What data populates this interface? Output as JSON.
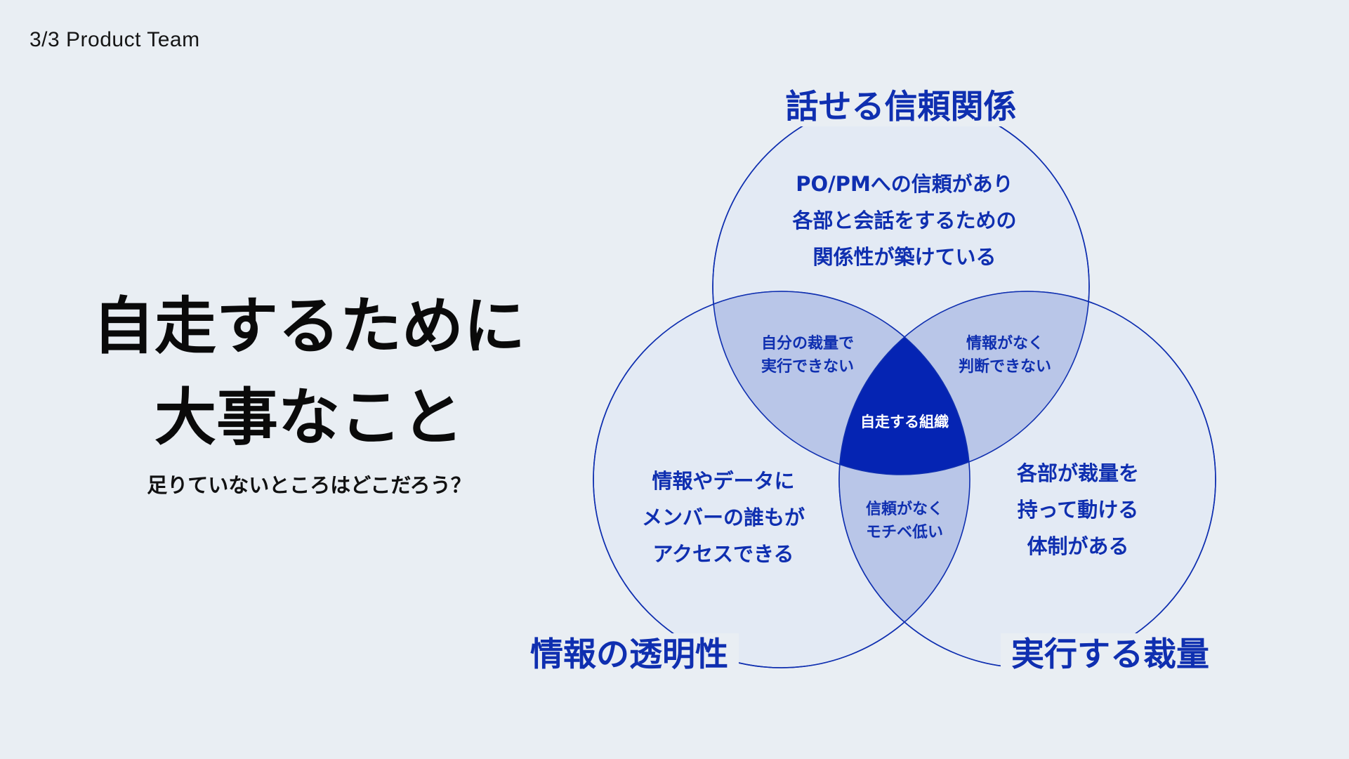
{
  "page_label": "3/3 Product Team",
  "headline": {
    "line1": "自走するために",
    "line2": "大事なこと"
  },
  "subtitle": "足りていないところはどこだろう？",
  "colors": {
    "accent": "#0f2fb0",
    "circle_fill": "#e3eaf4",
    "overlap_fill": "#b9c6e8",
    "center_fill": "#0524b3",
    "background": "#e9eef3"
  },
  "venn": {
    "sets": {
      "trust": {
        "title": "話せる信頼関係",
        "lines": [
          "PO/PMへの信頼があり",
          "各部と会話をするための",
          "関係性が築けている"
        ]
      },
      "transparency": {
        "title": "情報の透明性",
        "lines": [
          "情報やデータに",
          "メンバーの誰もが",
          "アクセスできる"
        ]
      },
      "discretion": {
        "title": "実行する裁量",
        "lines": [
          "各部が裁量を",
          "持って動ける",
          "体制がある"
        ]
      }
    },
    "overlaps": {
      "trust_transparency": [
        "自分の裁量で",
        "実行できない"
      ],
      "trust_discretion": [
        "情報がなく",
        "判断できない"
      ],
      "transparency_discretion": [
        "信頼がなく",
        "モチベ低い"
      ]
    },
    "center": "自走する組織"
  }
}
